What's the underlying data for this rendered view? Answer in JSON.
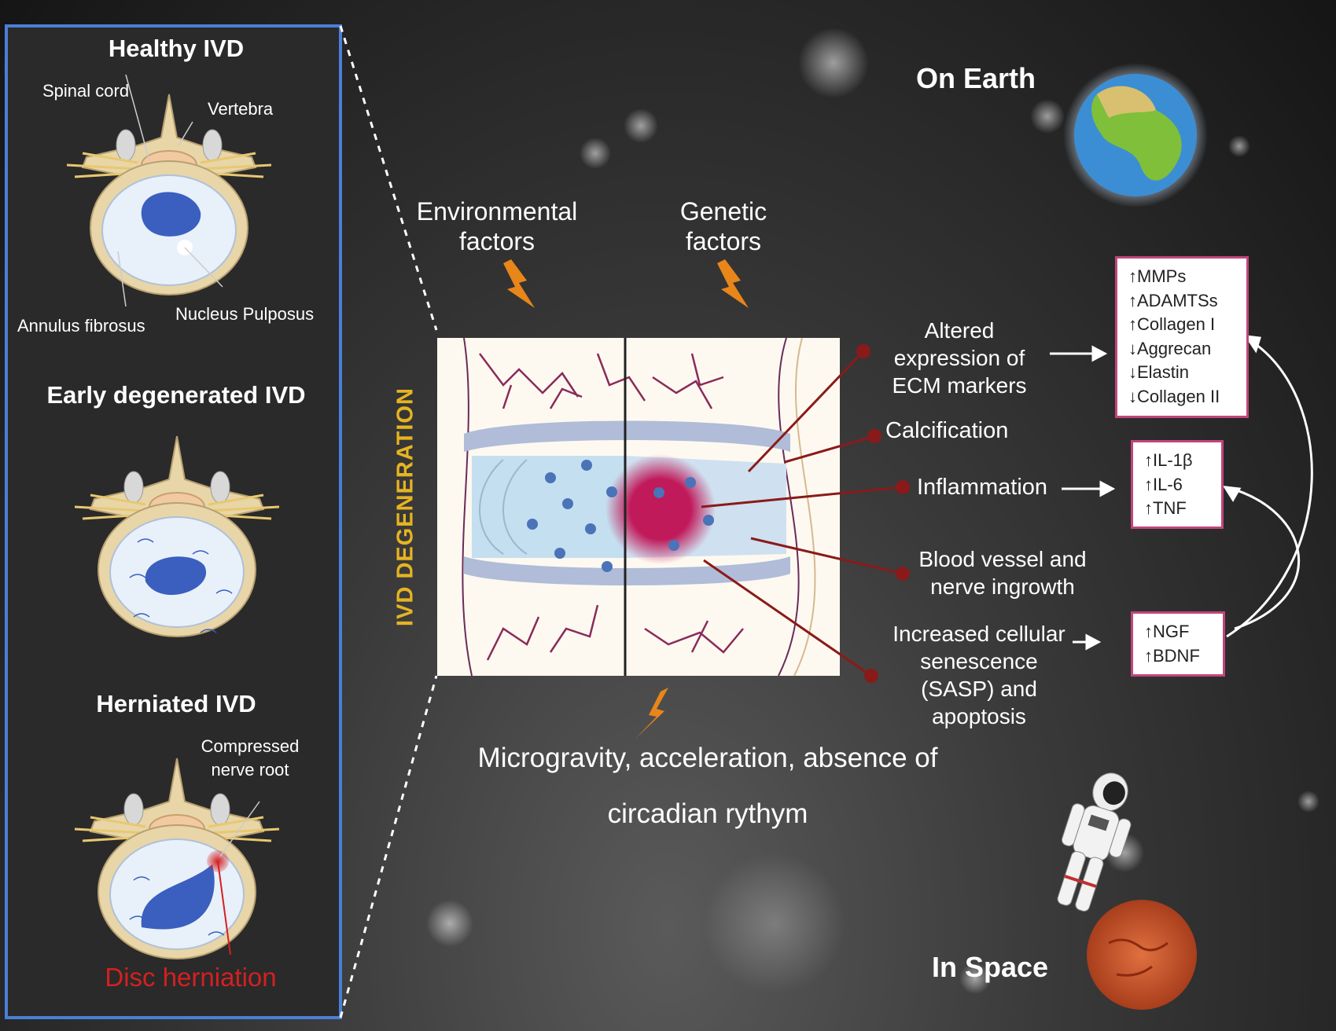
{
  "left_panel": {
    "healthy": {
      "title": "Healthy IVD",
      "labels": {
        "spinal_cord": "Spinal cord",
        "vertebra": "Vertebra",
        "annulus": "Annulus fibrosus",
        "nucleus": "Nucleus Pulposus"
      }
    },
    "early": {
      "title": "Early degenerated IVD"
    },
    "herniated": {
      "title": "Herniated IVD",
      "label_compressed_1": "Compressed",
      "label_compressed_2": "nerve root",
      "label_herniation": "Disc herniation"
    }
  },
  "factors": {
    "environmental_1": "Environmental",
    "environmental_2": "factors",
    "genetic_1": "Genetic",
    "genetic_2": "factors"
  },
  "vertical_label": "IVD DEGENERATION",
  "effects": {
    "ecm_1": "Altered",
    "ecm_2": "expression of",
    "ecm_3": "ECM markers",
    "calcification": "Calcification",
    "inflammation": "Inflammation",
    "vessel_1": "Blood vessel and",
    "vessel_2": "nerve ingrowth",
    "senescence_1": "Increased cellular",
    "senescence_2": "senescence",
    "senescence_3": "(SASP) and",
    "senescence_4": "apoptosis"
  },
  "marker_boxes": {
    "ecm": [
      "↑MMPs",
      "↑ADAMTSs",
      "↑Collagen I",
      "↓Aggrecan",
      "↓Elastin",
      "↓Collagen II"
    ],
    "cytokines": [
      "↑IL-1β",
      "↑IL-6",
      "↑TNF"
    ],
    "neurotrophins": [
      "↑NGF",
      "↑BDNF"
    ]
  },
  "space_factors_1": "Microgravity, acceleration, absence of",
  "space_factors_2": "circadian rythym",
  "earth_label": "On Earth",
  "space_label": "In Space",
  "colors": {
    "panel_border": "#4a7fd6",
    "nucleus": "#3a5fbf",
    "bone": "#e8d6a8",
    "inflamed": "#c01a5a",
    "connector": "#8a1a1a",
    "box_border": "#c0467a",
    "degeneration_label": "#e6b422",
    "herniation_text": "#d42020",
    "lightning": "#e8861a"
  }
}
